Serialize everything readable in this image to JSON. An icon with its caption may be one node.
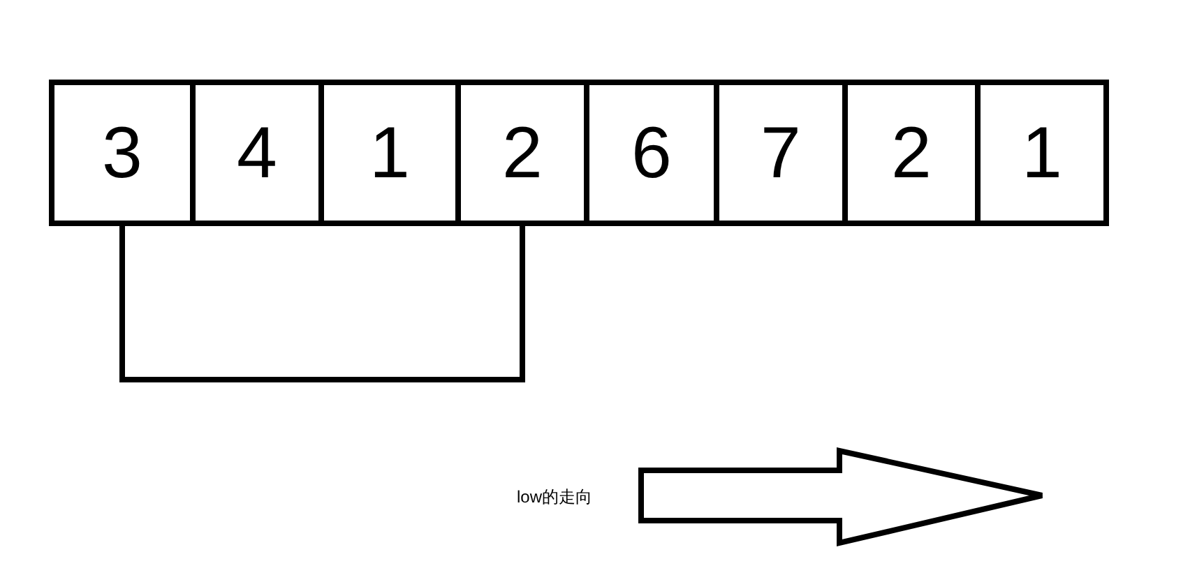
{
  "diagram": {
    "nodes": [
      {
        "text": [
          "3"
        ]
      },
      {
        "text": [
          "4"
        ]
      },
      {
        "text": [
          "1"
        ]
      },
      {
        "text": [
          "2"
        ]
      },
      {
        "text": [
          "6"
        ]
      },
      {
        "text": [
          "7"
        ]
      },
      {
        "text": [
          "2"
        ]
      },
      {
        "text": [
          "1"
        ]
      }
    ],
    "edges": [
      {
        "from": 0,
        "to": 3,
        "arrow": "none"
      }
    ],
    "labels": [
      "low的走向"
    ]
  }
}
